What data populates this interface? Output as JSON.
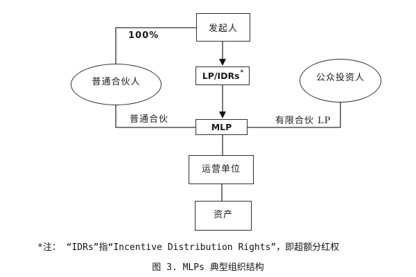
{
  "diagram": {
    "title_implicit": "MLP typical organization structure flowchart",
    "nodes": {
      "sponsor": {
        "label": "发起人",
        "shape": "rectangle"
      },
      "lp_idrs": {
        "label": "LP/IDRs",
        "superscript": "*",
        "shape": "rectangle"
      },
      "general_partner": {
        "label": "普通合伙人",
        "shape": "ellipse"
      },
      "public_investors": {
        "label": "公众投资人",
        "shape": "ellipse"
      },
      "mlp": {
        "label": "MLP",
        "shape": "rectangle"
      },
      "operating_units": {
        "label": "运营单位",
        "shape": "rectangle"
      },
      "assets": {
        "label": "资产",
        "shape": "rectangle"
      }
    },
    "edges": [
      {
        "from": "sponsor",
        "to": "general_partner",
        "label": "100%",
        "arrow": false
      },
      {
        "from": "sponsor",
        "to": "lp_idrs",
        "label": "",
        "arrow": true
      },
      {
        "from": "lp_idrs",
        "to": "mlp",
        "label": "",
        "arrow": true
      },
      {
        "from": "general_partner",
        "to": "mlp",
        "label": "普通合伙",
        "arrow": false
      },
      {
        "from": "public_investors",
        "to": "mlp",
        "label": "有限合伙 LP",
        "arrow": false
      },
      {
        "from": "mlp",
        "to": "operating_units",
        "label": "",
        "arrow": false
      },
      {
        "from": "operating_units",
        "to": "assets",
        "label": "",
        "arrow": false
      }
    ],
    "edge_labels": {
      "ownership_pct": "100%",
      "general_partnership": "普通合伙",
      "limited_partnership": "有限合伙 LP"
    }
  },
  "footnote": "*注： “IDRs”指“Incentive Distribution Rights”，即超额分红权",
  "caption": "图 3. MLPs 典型组织结构",
  "colors": {
    "line": "#2d2d2d",
    "arrow_fill": "#111111",
    "text": "#1a1a1a",
    "background": "#ffffff"
  }
}
